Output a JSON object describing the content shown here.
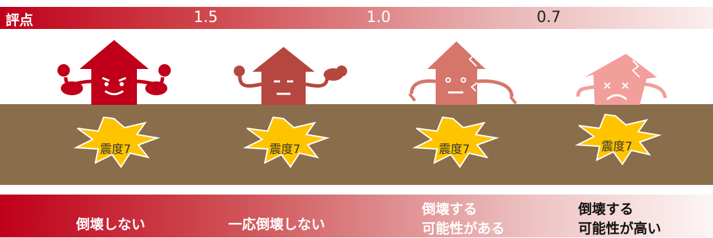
{
  "score_bar": {
    "title": "評点",
    "values": [
      "1.5",
      "1.0",
      "0.7"
    ]
  },
  "quake_label": "震度7",
  "categories": [
    {
      "lines": [
        "倒壊しない"
      ]
    },
    {
      "lines": [
        "一応倒壊しない"
      ]
    },
    {
      "lines": [
        "倒壊する",
        "可能性がある"
      ]
    },
    {
      "lines": [
        "倒壊する",
        "可能性が高い"
      ]
    }
  ],
  "colors": {
    "house_strong": "#c0001a",
    "house_medium": "#b5473f",
    "house_weak": "#d6766a",
    "house_very_weak": "#f29e9a",
    "ground": "#8a6d4a",
    "burst": "#ffc400"
  }
}
